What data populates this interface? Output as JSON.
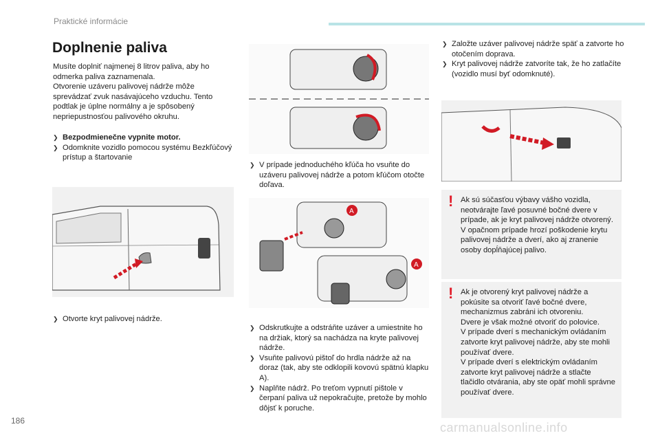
{
  "header": {
    "section": "Praktické informácie"
  },
  "title": "Doplnenie paliva",
  "col1": {
    "intro": [
      "Musíte doplniť najmenej 8 litrov paliva, aby ho odmerka paliva zaznamenala.",
      "Otvorenie uzáveru palivovej nádrže môže sprevádzať zvuk nasávajúceho vzduchu. Tento podtlak je úplne normálny a je spôsobený nepriepustnosťou palivového okruhu."
    ],
    "steps": [
      "Bezpodmienečne vypnite motor.",
      "Odomknite vozidlo pomocou systému Bezkľúčový prístup a štartovanie"
    ],
    "caption": "Otvorte kryt palivovej nádrže."
  },
  "col2": {
    "step_key": "V prípade jednoduchého kľúča ho vsuňte do uzáveru palivovej nádrže a potom kľúčom otočte doľava.",
    "label_a": "A",
    "steps_bottom": [
      "Odskrutkujte a odstráňte uzáver a umiestnite ho na držiak, ktorý sa nachádza na kryte palivovej nádrže.",
      "Vsuňte palivovú pištoľ do hrdla nádrže až na doraz (tak, aby ste odklopili kovovú spätnú klapku A).",
      "Naplňte nádrž. Po treťom vypnutí pištole v čerpaní paliva už nepokračujte, pretože by mohlo dôjsť k poruche."
    ]
  },
  "col3": {
    "steps_top": [
      "Založte uzáver palivovej nádrže späť a zatvorte ho otočením doprava.",
      "Kryt palivovej nádrže zatvoríte tak, že ho zatlačíte (vozidlo musí byť odomknuté)."
    ],
    "warning1": "Ak sú súčasťou výbavy vášho vozidla, neotvárajte ľavé posuvné bočné dvere v prípade, ak je kryt palivovej nádrže otvorený. V opačnom prípade hrozí poškodenie krytu palivovej nádrže a dverí, ako aj zranenie osoby dopĺňajúcej palivo.",
    "warning2": [
      "Ak je otvorený kryt palivovej nádrže a pokúsite sa otvoriť ľavé bočné dvere, mechanizmus zabráni ich otvoreniu.",
      "Dvere je však možné otvoriť do polovice.",
      "V prípade dverí s mechanickým ovládaním zatvorte kryt palivovej nádrže, aby ste mohli používať dvere.",
      "V prípade dverí s elektrickým ovládaním zatvorte kryt palivovej nádrže a stlačte tlačidlo otvárania, aby ste opäť mohli správne používať dvere."
    ],
    "warning_mark": "!"
  },
  "footer": {
    "page": "186",
    "watermark": "carmanualsonline.info"
  }
}
